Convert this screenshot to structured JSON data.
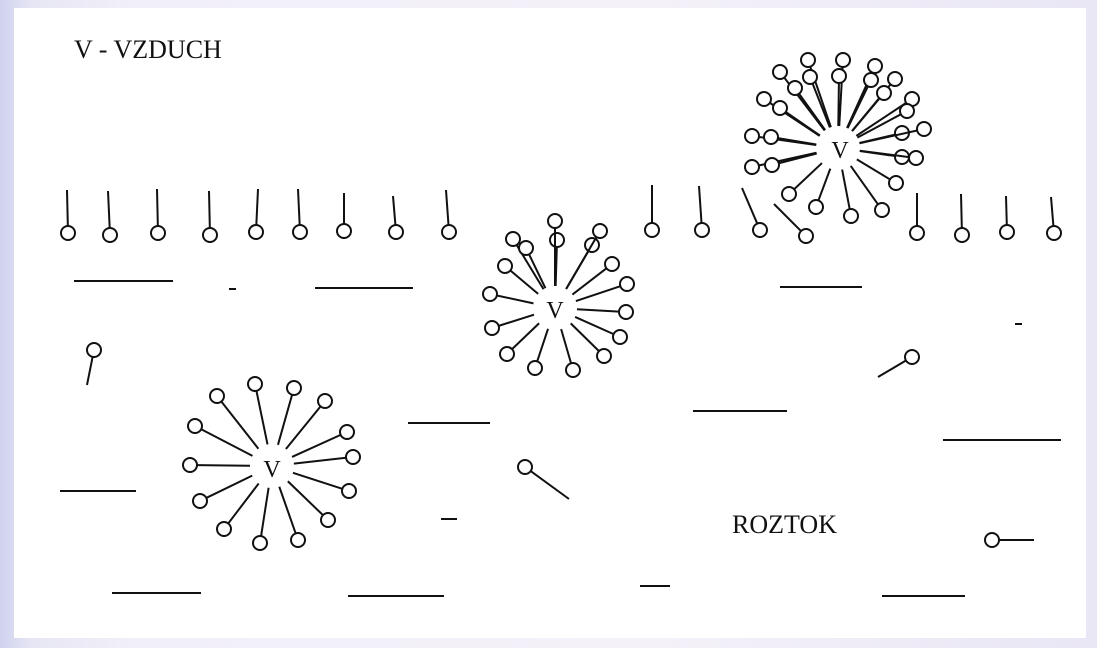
{
  "labels": {
    "legend": "V - VZDUCH",
    "solution": "ROZTOK",
    "bubble_symbol": "V"
  },
  "colors": {
    "ink": "#111111",
    "background": "#ffffff"
  }
}
